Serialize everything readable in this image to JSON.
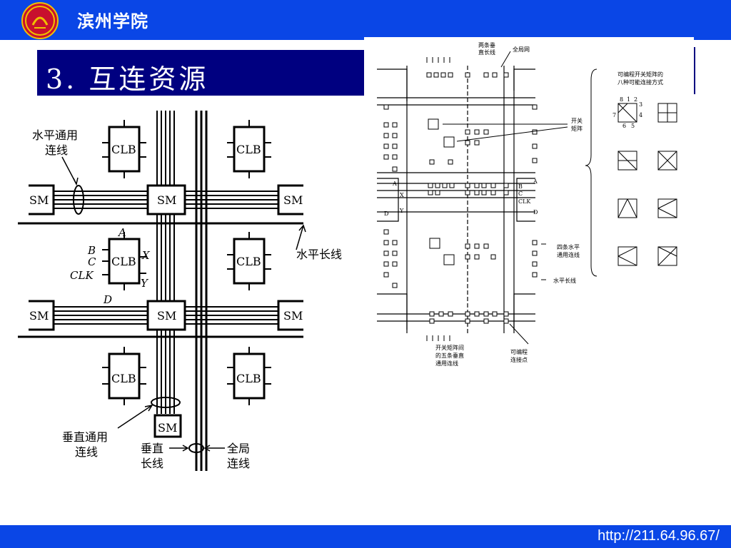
{
  "header": {
    "school_name": "滨州学院"
  },
  "title": {
    "text": "3.  互连资源"
  },
  "footer": {
    "url": "http://211.64.96.67/"
  },
  "left_figure": {
    "clb": "CLB",
    "sm": "SM",
    "horizontal_general": [
      "水平通用",
      "连线"
    ],
    "horizontal_long": "水平长线",
    "vertical_general": [
      "垂直通用",
      "连线"
    ],
    "vertical_long": [
      "垂直",
      "长线"
    ],
    "global": [
      "全局",
      "连线"
    ],
    "pin_a": "A",
    "pin_b": "B",
    "pin_c": "C",
    "pin_clk": "CLK",
    "pin_x": "X",
    "pin_y": "Y",
    "pin_d": "D"
  },
  "right_figure": {
    "two_vertical_long": [
      "两条垂",
      "直长线"
    ],
    "global_net": "全局网",
    "switch_matrix": [
      "开关",
      "矩阵"
    ],
    "four_horizontal": [
      "四条水平",
      "通用连线"
    ],
    "horizontal_long": "水平长线",
    "five_vertical": [
      "开关矩阵间",
      "的五条垂直",
      "通用连线"
    ],
    "programmable_point": [
      "可编程",
      "连接点"
    ],
    "eight_ways": [
      "可编程开关矩阵的",
      "八种可能连接方式"
    ],
    "pins_left": [
      "A",
      "X",
      "Y",
      "D"
    ],
    "pins_right": [
      "A",
      "B",
      "C",
      "CLK",
      "D"
    ],
    "corner_numbers": [
      "1",
      "2",
      "3",
      "4",
      "5",
      "6",
      "7",
      "8"
    ]
  }
}
